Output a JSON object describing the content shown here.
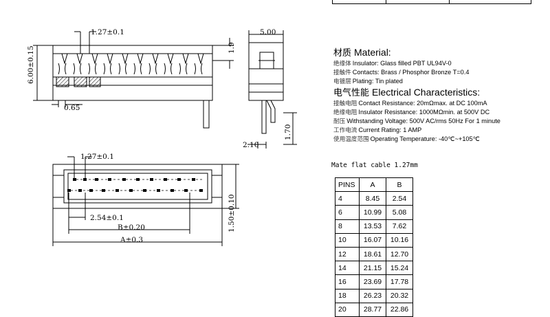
{
  "dimensions": {
    "pitch_top": "1.27±0.1",
    "height_left": "6.00±0.15",
    "pin_width": "0.65",
    "width_side": "5.00",
    "lead_side": "1.9",
    "foot_side": "1.70",
    "foot_width": "2.10",
    "pitch_front": "1.27±0.1",
    "row_pitch": "2.54±0.1",
    "dim_b": "B±0.20",
    "dim_a": "A±0.3",
    "height_right": "1.50±0.10"
  },
  "specs": {
    "material_cn": "材质",
    "material": "Material:",
    "items1": [
      {
        "cn": "绝缘体",
        "text": "Insulator: Glass filled PBT UL94V-0"
      },
      {
        "cn": "接触件",
        "text": "Contacts: Brass / Phosphor Bronze  T=0.4"
      },
      {
        "cn": "电镀层",
        "text": "Plating: Tin plated"
      }
    ],
    "electrical_cn": "电气性能",
    "electrical": "Electrical Characteristics:",
    "items2": [
      {
        "cn": "接触电阻",
        "text": "Contact Resistance: 20mΩmax. at DC 100mA"
      },
      {
        "cn": "绝缘电阻",
        "text": "Insulator Resistance: 1000MΩmin. at 500V DC"
      },
      {
        "cn": "耐压",
        "text": "Withstanding Voltage: 500V AC/rms 50Hz For 1 minute"
      },
      {
        "cn": "工作电流",
        "text": "Current Rating: 1 AMP"
      },
      {
        "cn": "使用温度范围",
        "text": "Operating Temperature: -40℃~+105℃"
      }
    ]
  },
  "cable_note": "Mate flat cable 1.27mm",
  "table": {
    "headers": [
      "PINS",
      "A",
      "B"
    ],
    "rows": [
      [
        "4",
        "8.45",
        "2.54"
      ],
      [
        "6",
        "10.99",
        "5.08"
      ],
      [
        "8",
        "13.53",
        "7.62"
      ],
      [
        "10",
        "16.07",
        "10.16"
      ],
      [
        "12",
        "18.61",
        "12.70"
      ],
      [
        "14",
        "21.15",
        "15.24"
      ],
      [
        "16",
        "23.69",
        "17.78"
      ],
      [
        "18",
        "26.23",
        "20.32"
      ],
      [
        "20",
        "28.77",
        "22.86"
      ]
    ]
  }
}
